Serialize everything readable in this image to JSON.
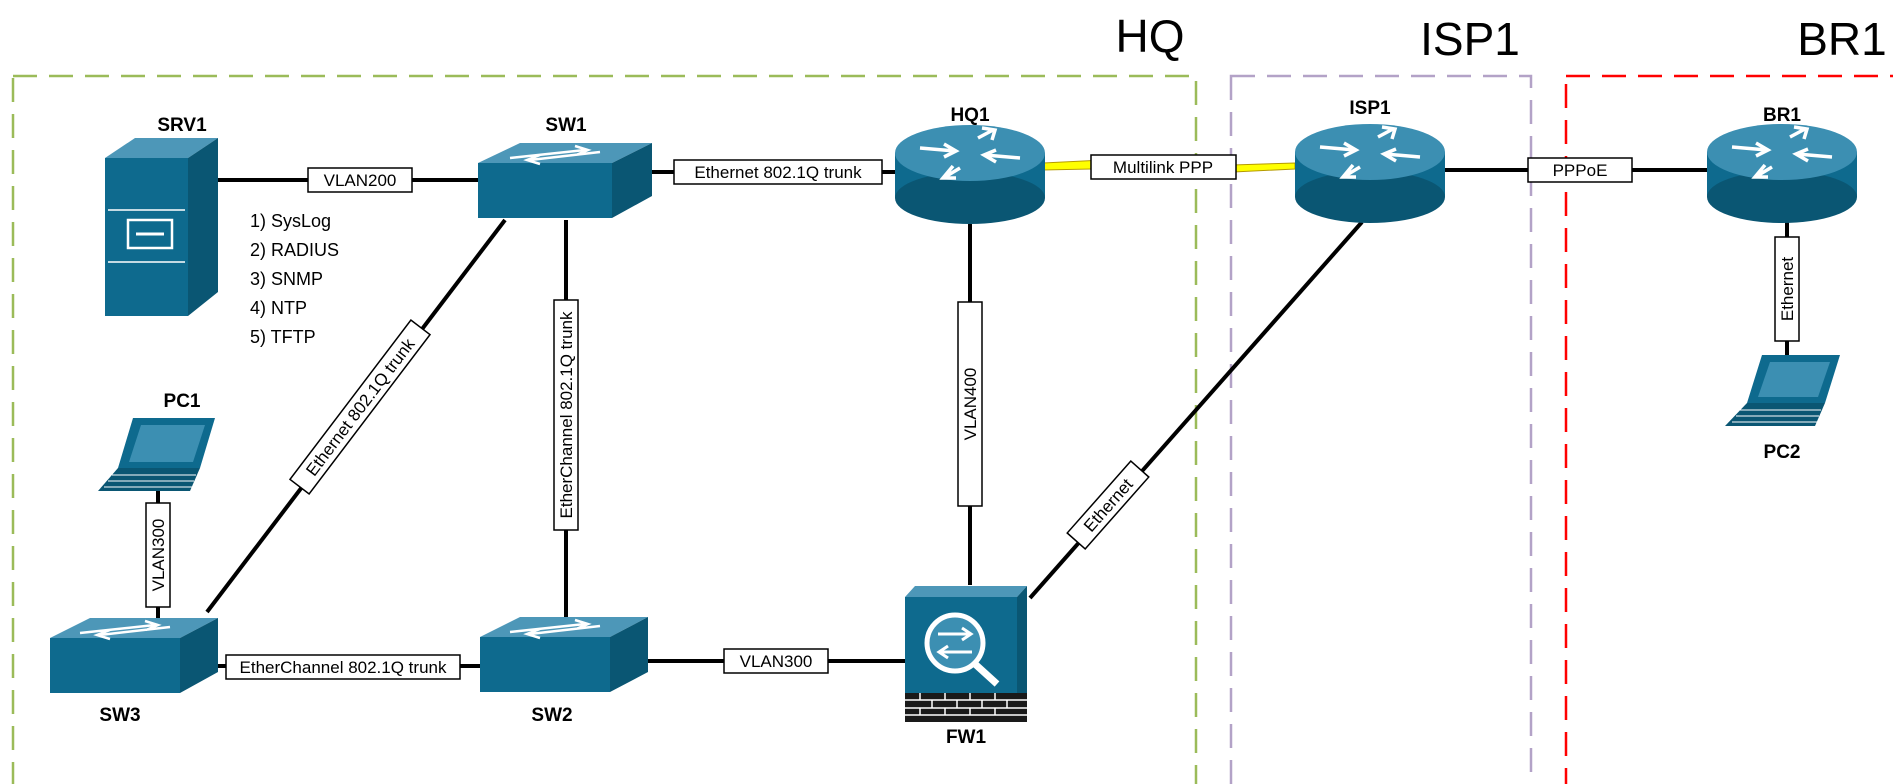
{
  "zones": [
    {
      "id": "hq",
      "label": "HQ",
      "color": "#9bbb59"
    },
    {
      "id": "isp1",
      "label": "ISP1",
      "color": "#b3a2c7"
    },
    {
      "id": "br1",
      "label": "BR1",
      "color": "#ff0000"
    }
  ],
  "devices": {
    "srv1": "SRV1",
    "sw1": "SW1",
    "hq1": "HQ1",
    "isp1": "ISP1",
    "br1": "BR1",
    "pc1": "PC1",
    "pc2": "PC2",
    "sw3": "SW3",
    "sw2": "SW2",
    "fw1": "FW1"
  },
  "services": [
    "1) SysLog",
    "2) RADIUS",
    "3) SNMP",
    "4) NTP",
    "5) TFTP"
  ],
  "links": {
    "srv1_sw1": "VLAN200",
    "sw1_hq1": "Ethernet 802.1Q trunk",
    "hq1_isp1": "Multilink PPP",
    "isp1_br1": "PPPoE",
    "br1_pc2": "Ethernet",
    "sw1_sw3": "Ethernet 802.1Q trunk",
    "sw1_sw2": "EtherChannel 802.1Q trunk",
    "hq1_fw1": "VLAN400",
    "isp1_fw1": "Ethernet",
    "pc1_sw3": "VLAN300",
    "sw3_sw2": "EtherChannel 802.1Q trunk",
    "sw2_fw1": "VLAN300"
  },
  "colors": {
    "device_blue": "#0e6a8e",
    "device_dark": "#0a5673",
    "serial_link": "#ffff00"
  }
}
